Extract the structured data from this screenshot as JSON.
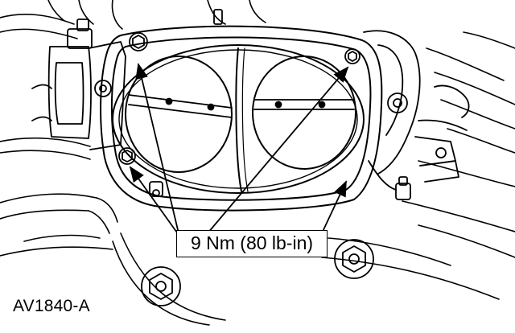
{
  "figure": {
    "callout_text": "9 Nm (80 lb-in)",
    "figure_id": "AV1840-A"
  },
  "icons": {
    "bolt-icon": "hex-head bolt",
    "arrow-icon": "leader arrow pointing to bolt"
  },
  "colors": {
    "ink": "#000000",
    "paper": "#ffffff"
  }
}
